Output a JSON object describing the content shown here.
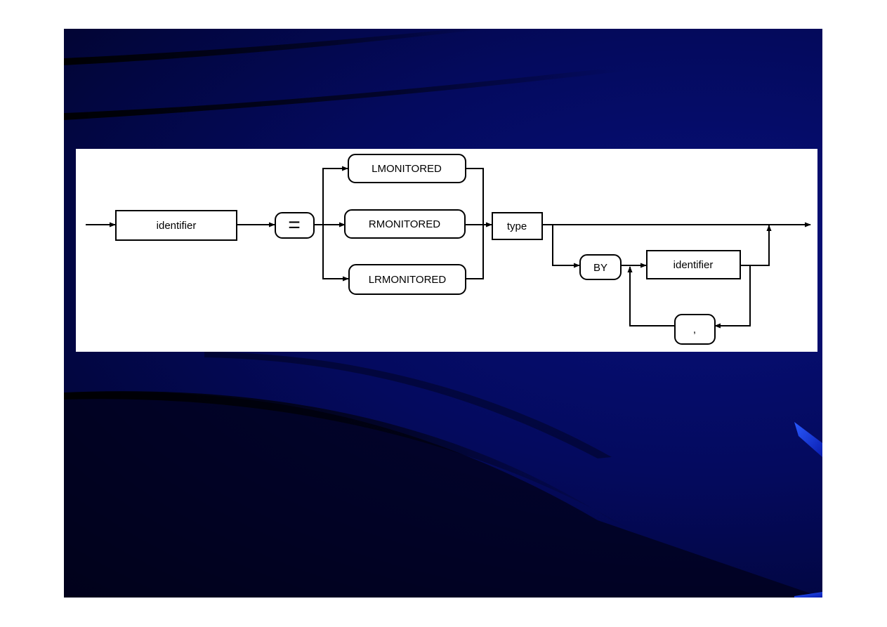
{
  "diagram": {
    "nodes": {
      "identifier_1": "identifier",
      "equals": "=",
      "lmonitored": "LMONITORED",
      "rmonitored": "RMONITORED",
      "lrmonitored": "LRMONITORED",
      "type": "type",
      "by": "BY",
      "identifier_2": "identifier",
      "comma": ","
    }
  },
  "colors": {
    "slide_background": "#040a5e",
    "panel_background": "#ffffff",
    "line": "#000000"
  }
}
